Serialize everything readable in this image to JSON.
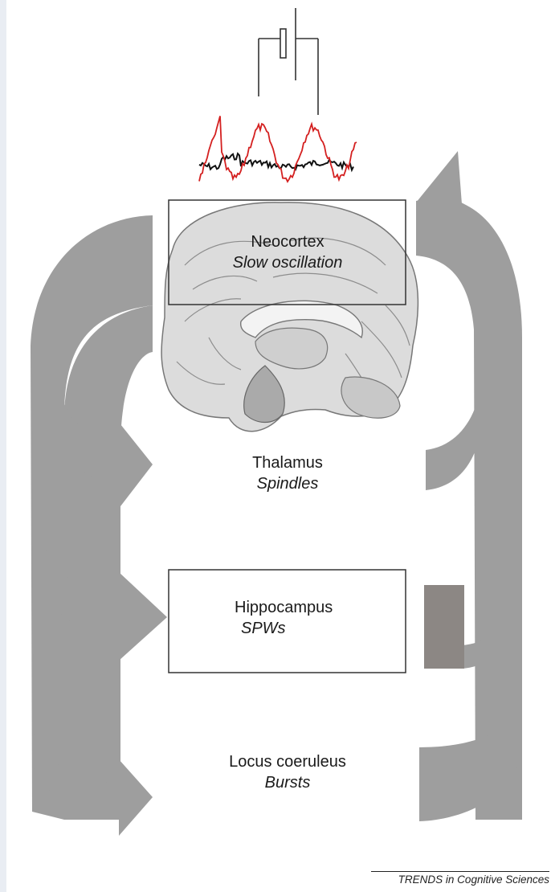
{
  "regions": [
    {
      "name": "Neocortex",
      "activity": "Slow oscillation"
    },
    {
      "name": "Thalamus",
      "activity": "Spindles"
    },
    {
      "name": "Hippocampus",
      "activity": "SPWs"
    },
    {
      "name": "Locus coeruleus",
      "activity": "Bursts"
    }
  ],
  "caption": "TRENDS in Cognitive Sciences",
  "colors": {
    "arrow": "#9e9e9e",
    "block": "#8c8784",
    "trace_red": "#d42020",
    "trace_black": "#111111",
    "brain": "#d9d9d9"
  }
}
